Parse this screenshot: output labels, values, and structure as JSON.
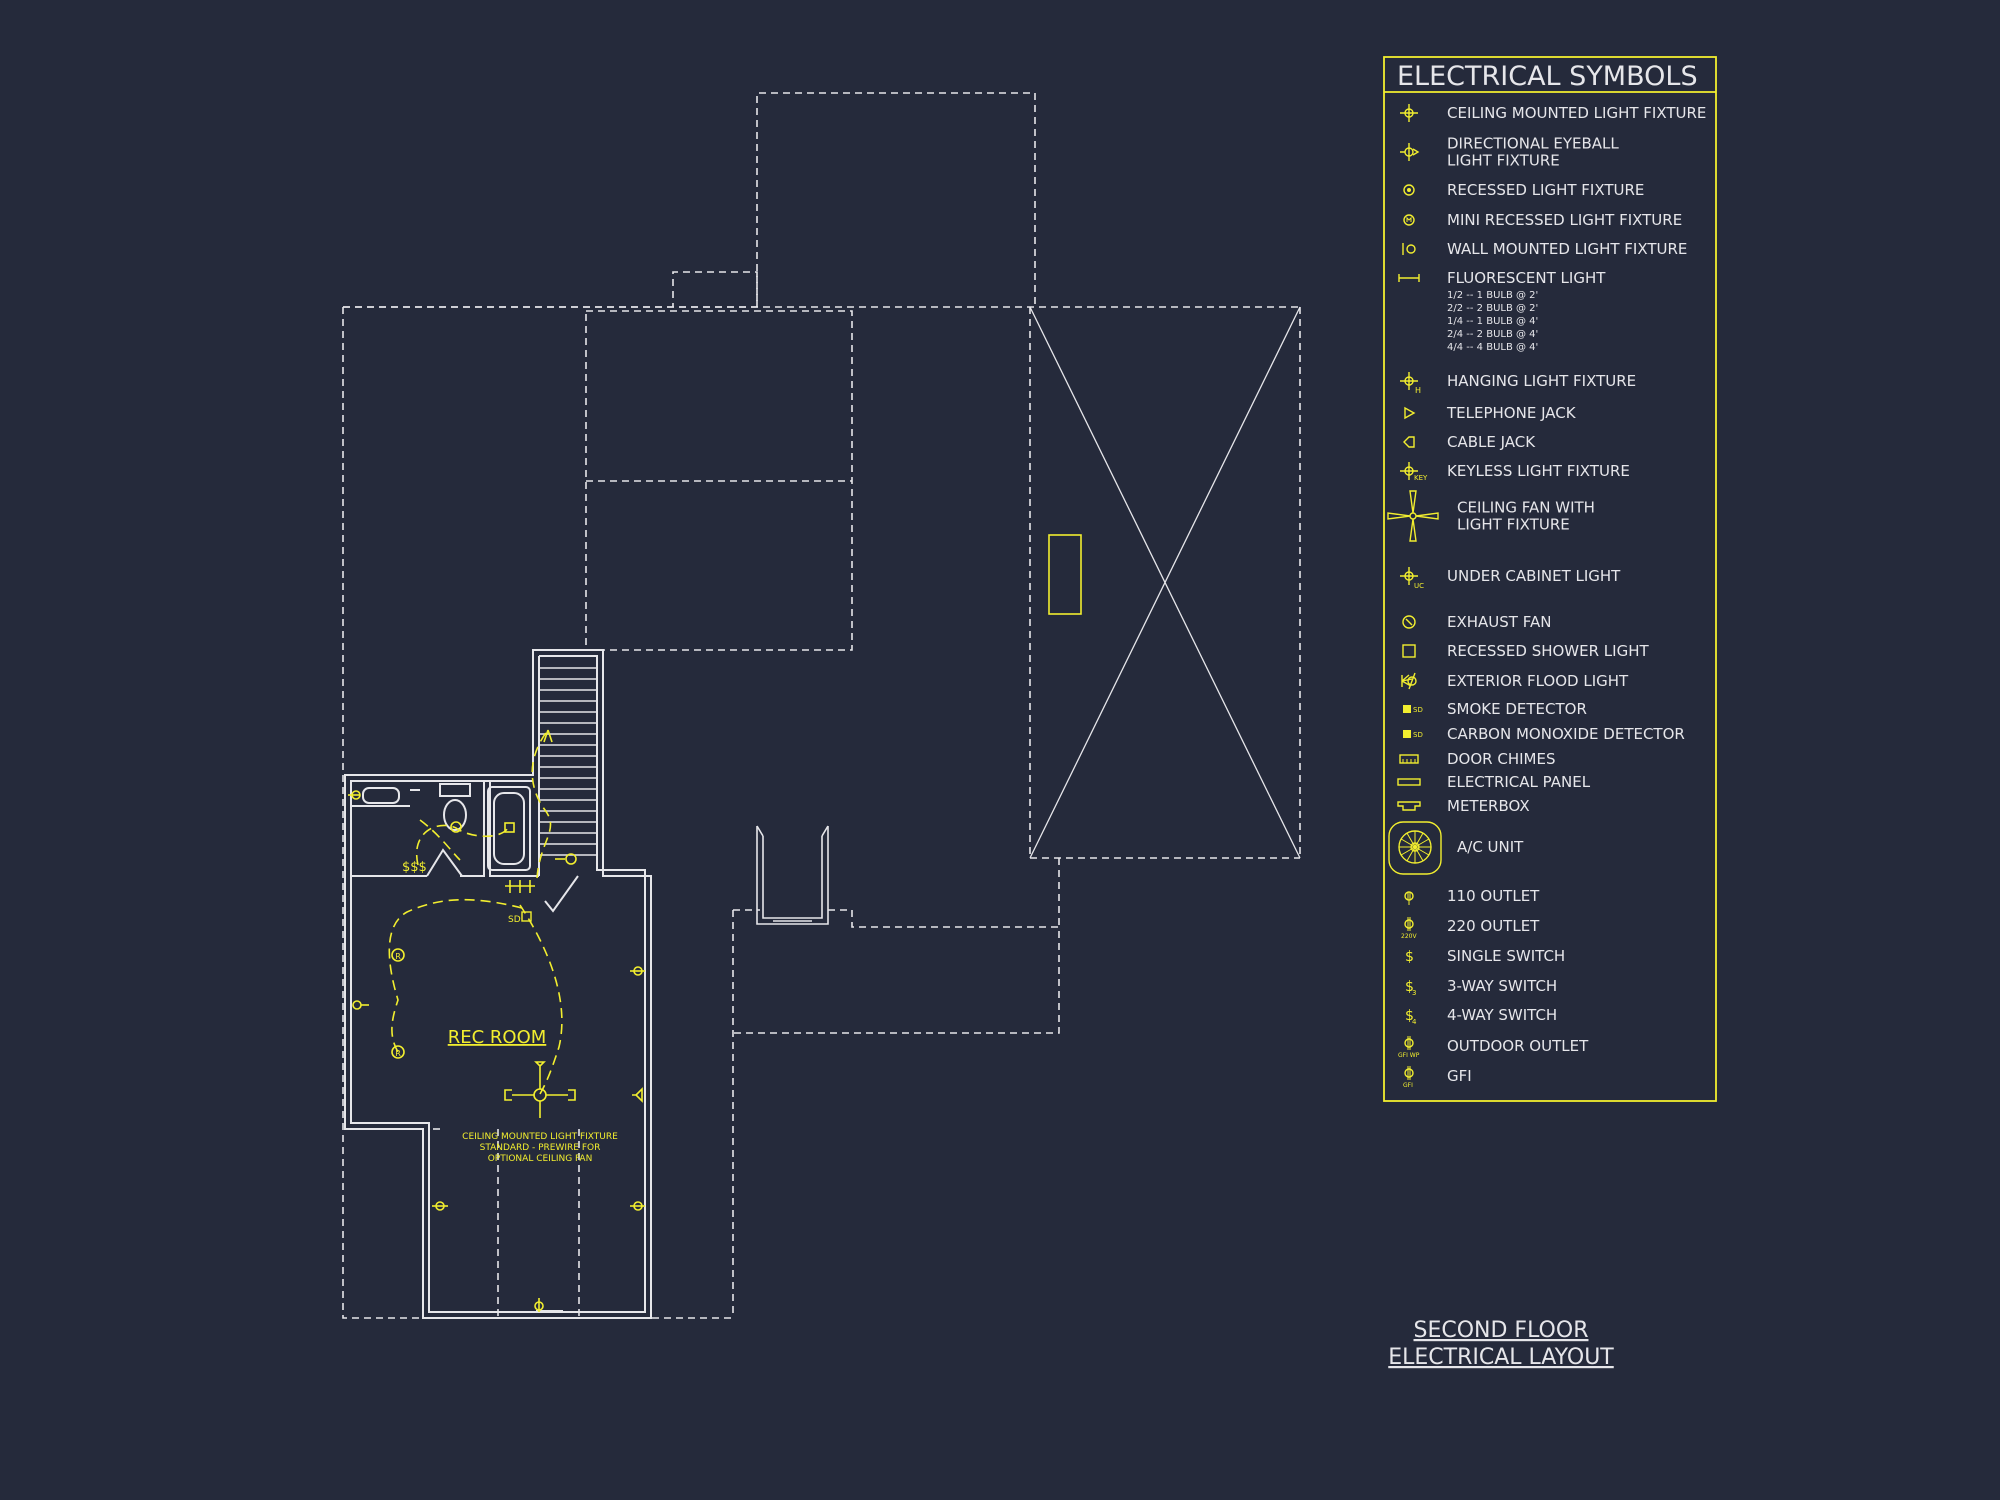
{
  "colors": {
    "background": "#252a3b",
    "linework": "#e6e6ea",
    "electrical": "#f2ee2f"
  },
  "plan": {
    "room_label": "REC ROOM",
    "fan_note": [
      "CEILING MOUNTED LIGHT FIXTURE",
      "STANDARD - PREWIRE FOR",
      "OPTIONAL CEILING FAN"
    ],
    "marks": {
      "recessed": "R",
      "smoke": "SD",
      "switches": "$$$"
    }
  },
  "legend": {
    "title": "ELECTRICAL SYMBOLS",
    "items": [
      {
        "icon": "ceiling-light-icon",
        "label": [
          "CEILING MOUNTED LIGHT FIXTURE"
        ]
      },
      {
        "icon": "eyeball-light-icon",
        "label": [
          "DIRECTIONAL EYEBALL",
          "LIGHT FIXTURE"
        ]
      },
      {
        "icon": "recessed-light-icon",
        "label": [
          "RECESSED LIGHT FIXTURE"
        ]
      },
      {
        "icon": "mini-recessed-light-icon",
        "label": [
          "MINI RECESSED LIGHT FIXTURE"
        ]
      },
      {
        "icon": "wall-light-icon",
        "label": [
          "WALL MOUNTED LIGHT FIXTURE"
        ]
      },
      {
        "icon": "fluorescent-light-icon",
        "label": [
          "FLUORESCENT LIGHT"
        ],
        "notes": [
          "1/2 -- 1 BULB @ 2'",
          "2/2 -- 2 BULB @ 2'",
          "1/4 -- 1 BULB @ 4'",
          "2/4 -- 2 BULB @ 4'",
          "4/4 -- 4 BULB @ 4'"
        ]
      },
      {
        "icon": "hanging-light-icon",
        "label": [
          "HANGING LIGHT FIXTURE"
        ]
      },
      {
        "icon": "telephone-jack-icon",
        "label": [
          "TELEPHONE JACK"
        ]
      },
      {
        "icon": "cable-jack-icon",
        "label": [
          "CABLE JACK"
        ]
      },
      {
        "icon": "keyless-light-icon",
        "label": [
          "KEYLESS LIGHT FIXTURE"
        ]
      },
      {
        "icon": "ceiling-fan-icon",
        "label": [
          "CEILING FAN WITH",
          "LIGHT FIXTURE"
        ]
      },
      {
        "icon": "under-cabinet-light-icon",
        "label": [
          "UNDER CABINET LIGHT"
        ]
      },
      {
        "icon": "exhaust-fan-icon",
        "label": [
          "EXHAUST FAN"
        ]
      },
      {
        "icon": "shower-light-icon",
        "label": [
          "RECESSED SHOWER LIGHT"
        ]
      },
      {
        "icon": "flood-light-icon",
        "label": [
          "EXTERIOR FLOOD LIGHT"
        ]
      },
      {
        "icon": "smoke-detector-icon",
        "label": [
          "SMOKE DETECTOR"
        ]
      },
      {
        "icon": "co-detector-icon",
        "label": [
          "CARBON MONOXIDE DETECTOR"
        ]
      },
      {
        "icon": "door-chimes-icon",
        "label": [
          "DOOR CHIMES"
        ]
      },
      {
        "icon": "electrical-panel-icon",
        "label": [
          "ELECTRICAL PANEL"
        ]
      },
      {
        "icon": "meterbox-icon",
        "label": [
          "METERBOX"
        ]
      },
      {
        "icon": "ac-unit-icon",
        "label": [
          "A/C UNIT"
        ]
      },
      {
        "icon": "outlet-110-icon",
        "label": [
          "110 OUTLET"
        ]
      },
      {
        "icon": "outlet-220-icon",
        "label": [
          "220 OUTLET"
        ]
      },
      {
        "icon": "single-switch-icon",
        "label": [
          "SINGLE SWITCH"
        ]
      },
      {
        "icon": "three-way-switch-icon",
        "label": [
          "3-WAY SWITCH"
        ]
      },
      {
        "icon": "four-way-switch-icon",
        "label": [
          "4-WAY SWITCH"
        ]
      },
      {
        "icon": "outdoor-outlet-icon",
        "label": [
          "OUTDOOR OUTLET"
        ]
      },
      {
        "icon": "gfi-outlet-icon",
        "label": [
          "GFI"
        ]
      }
    ],
    "icon_marks": {
      "sd": "SD",
      "key": "KEY",
      "uc": "UC",
      "h": "H",
      "v220": "220V",
      "gfi_wp": "GFI WP",
      "gfi": "GFI",
      "s": "$",
      "three": "3",
      "four": "4"
    }
  },
  "drawing_title": [
    "SECOND FLOOR",
    "ELECTRICAL LAYOUT"
  ]
}
